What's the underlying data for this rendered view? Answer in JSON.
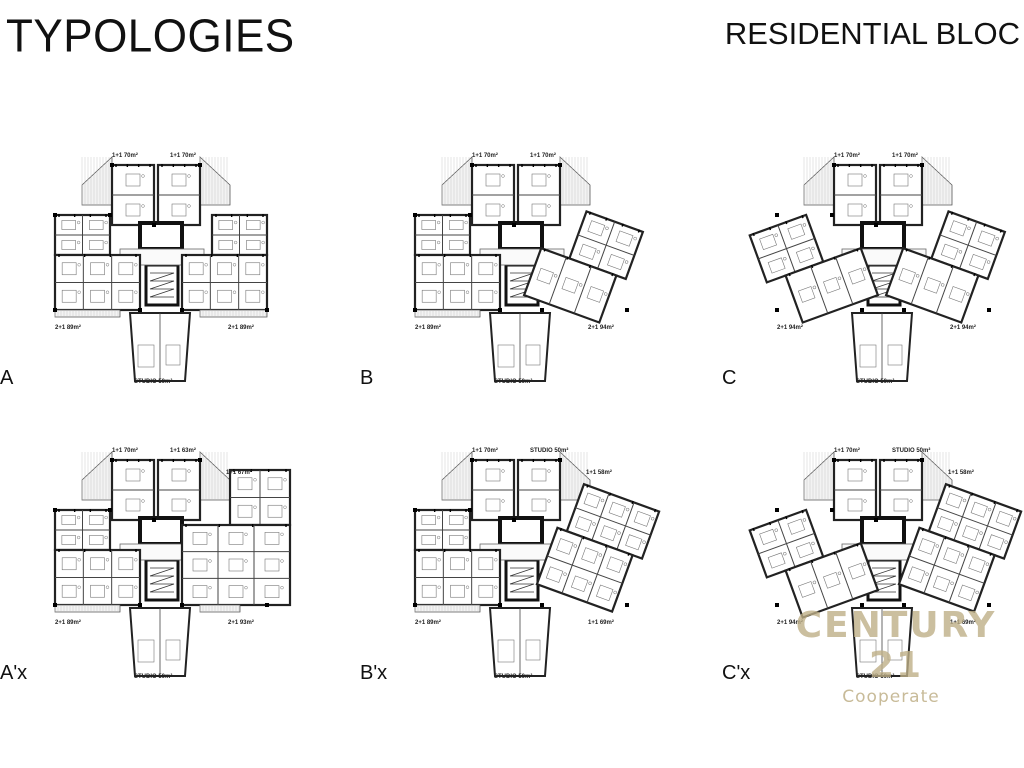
{
  "header": {
    "title": "TYPOLOGIES",
    "subtitle": "RESIDENTIAL BLOC"
  },
  "plans": [
    {
      "label": "A",
      "variant": "A",
      "units": {
        "tl": "1+1 70m²",
        "tr": "1+1 70m²",
        "bl": "2+1 89m²",
        "br": "2+1 89m²",
        "bottom": "STUDIO 50m²"
      }
    },
    {
      "label": "B",
      "variant": "B",
      "units": {
        "tl": "1+1 70m²",
        "tr": "1+1 70m²",
        "bl": "2+1 89m²",
        "br": "2+1 94m²",
        "bottom": "STUDIO 50m²"
      }
    },
    {
      "label": "C",
      "variant": "C",
      "units": {
        "tl": "1+1 70m²",
        "tr": "1+1 70m²",
        "bl": "2+1 94m²",
        "br": "2+1 94m²",
        "bottom": "STUDIO 50m²"
      }
    },
    {
      "label": "A'x",
      "variant": "Ax",
      "units": {
        "tl": "1+1 70m²",
        "tr": "1+1 63m²",
        "bl": "2+1 89m²",
        "br": "2+1 93m²",
        "right": "1+1 67m²",
        "bottom": "STUDIO 50m²"
      }
    },
    {
      "label": "B'x",
      "variant": "Bx",
      "units": {
        "tl": "1+1 70m²",
        "tr": "STUDIO 50m²",
        "bl": "2+1 89m²",
        "br": "1+1 69m²",
        "right": "1+1 58m²",
        "bottom": "STUDIO 50m²"
      }
    },
    {
      "label": "C'x",
      "variant": "Cx",
      "units": {
        "tl": "1+1 70m²",
        "tr": "STUDIO 50m²",
        "bl": "2+1 94m²",
        "br": "1+1 69m²",
        "right": "1+1 58m²",
        "bottom": "STUDIO 50m²"
      }
    }
  ],
  "watermark": {
    "brand": "CENTURY 21",
    "sub": "Cooperate"
  }
}
